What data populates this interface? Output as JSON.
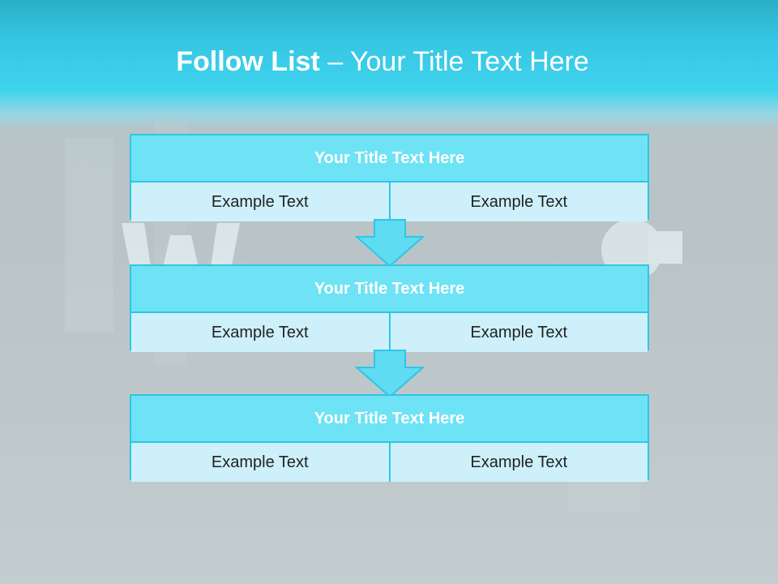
{
  "slide": {
    "title_bold": "Follow List",
    "title_rest": " – Your Title Text Here"
  },
  "steps": [
    {
      "title": "Your Title Text Here",
      "left": "Example Text",
      "right": "Example Text"
    },
    {
      "title": "Your Title Text Here",
      "left": "Example Text",
      "right": "Example Text"
    },
    {
      "title": "Your Title Text Here",
      "left": "Example Text",
      "right": "Example Text"
    }
  ],
  "colors": {
    "accent": "#2ec6e4",
    "title_fill": "#6ee3f5",
    "cell_fill": "#cdf0fa",
    "header": "#3fd3ee"
  }
}
